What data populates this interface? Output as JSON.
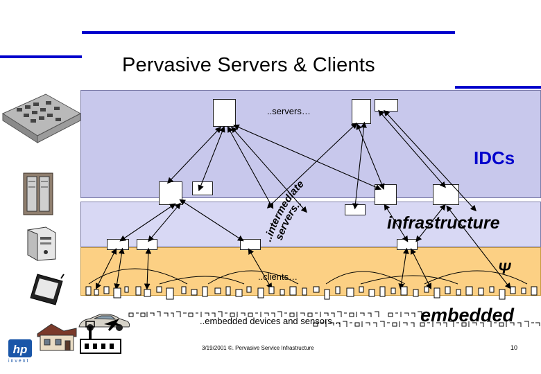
{
  "slide": {
    "title": "Pervasive Servers & Clients",
    "page_number": "10",
    "footer": "3/19/2001 ©. Pervasive Service Infrastructure"
  },
  "labels": {
    "servers": "..servers…",
    "idcs": "IDCs",
    "intermediate": "..intermediate servers..",
    "infrastructure": "infrastructure",
    "psi_symbol": "Ψ",
    "clients": "..clients…",
    "embedded_devices": "..embedded devices and sensors…",
    "embedded": "embedded"
  },
  "logo": {
    "brand": "hp",
    "tagline": "i n v e n t"
  },
  "colors": {
    "accent_rule": "#0000cc",
    "band_top": "#c8c8ec",
    "band_mid": "#d8d8f4",
    "band_client": "#fcd084",
    "idcs_text": "#0000cc"
  },
  "icons": [
    "server-rack-icon",
    "server-tower-icon",
    "workstation-icon",
    "pda-icon",
    "house-icon",
    "car-icon",
    "airport-icon",
    "hp-logo"
  ]
}
